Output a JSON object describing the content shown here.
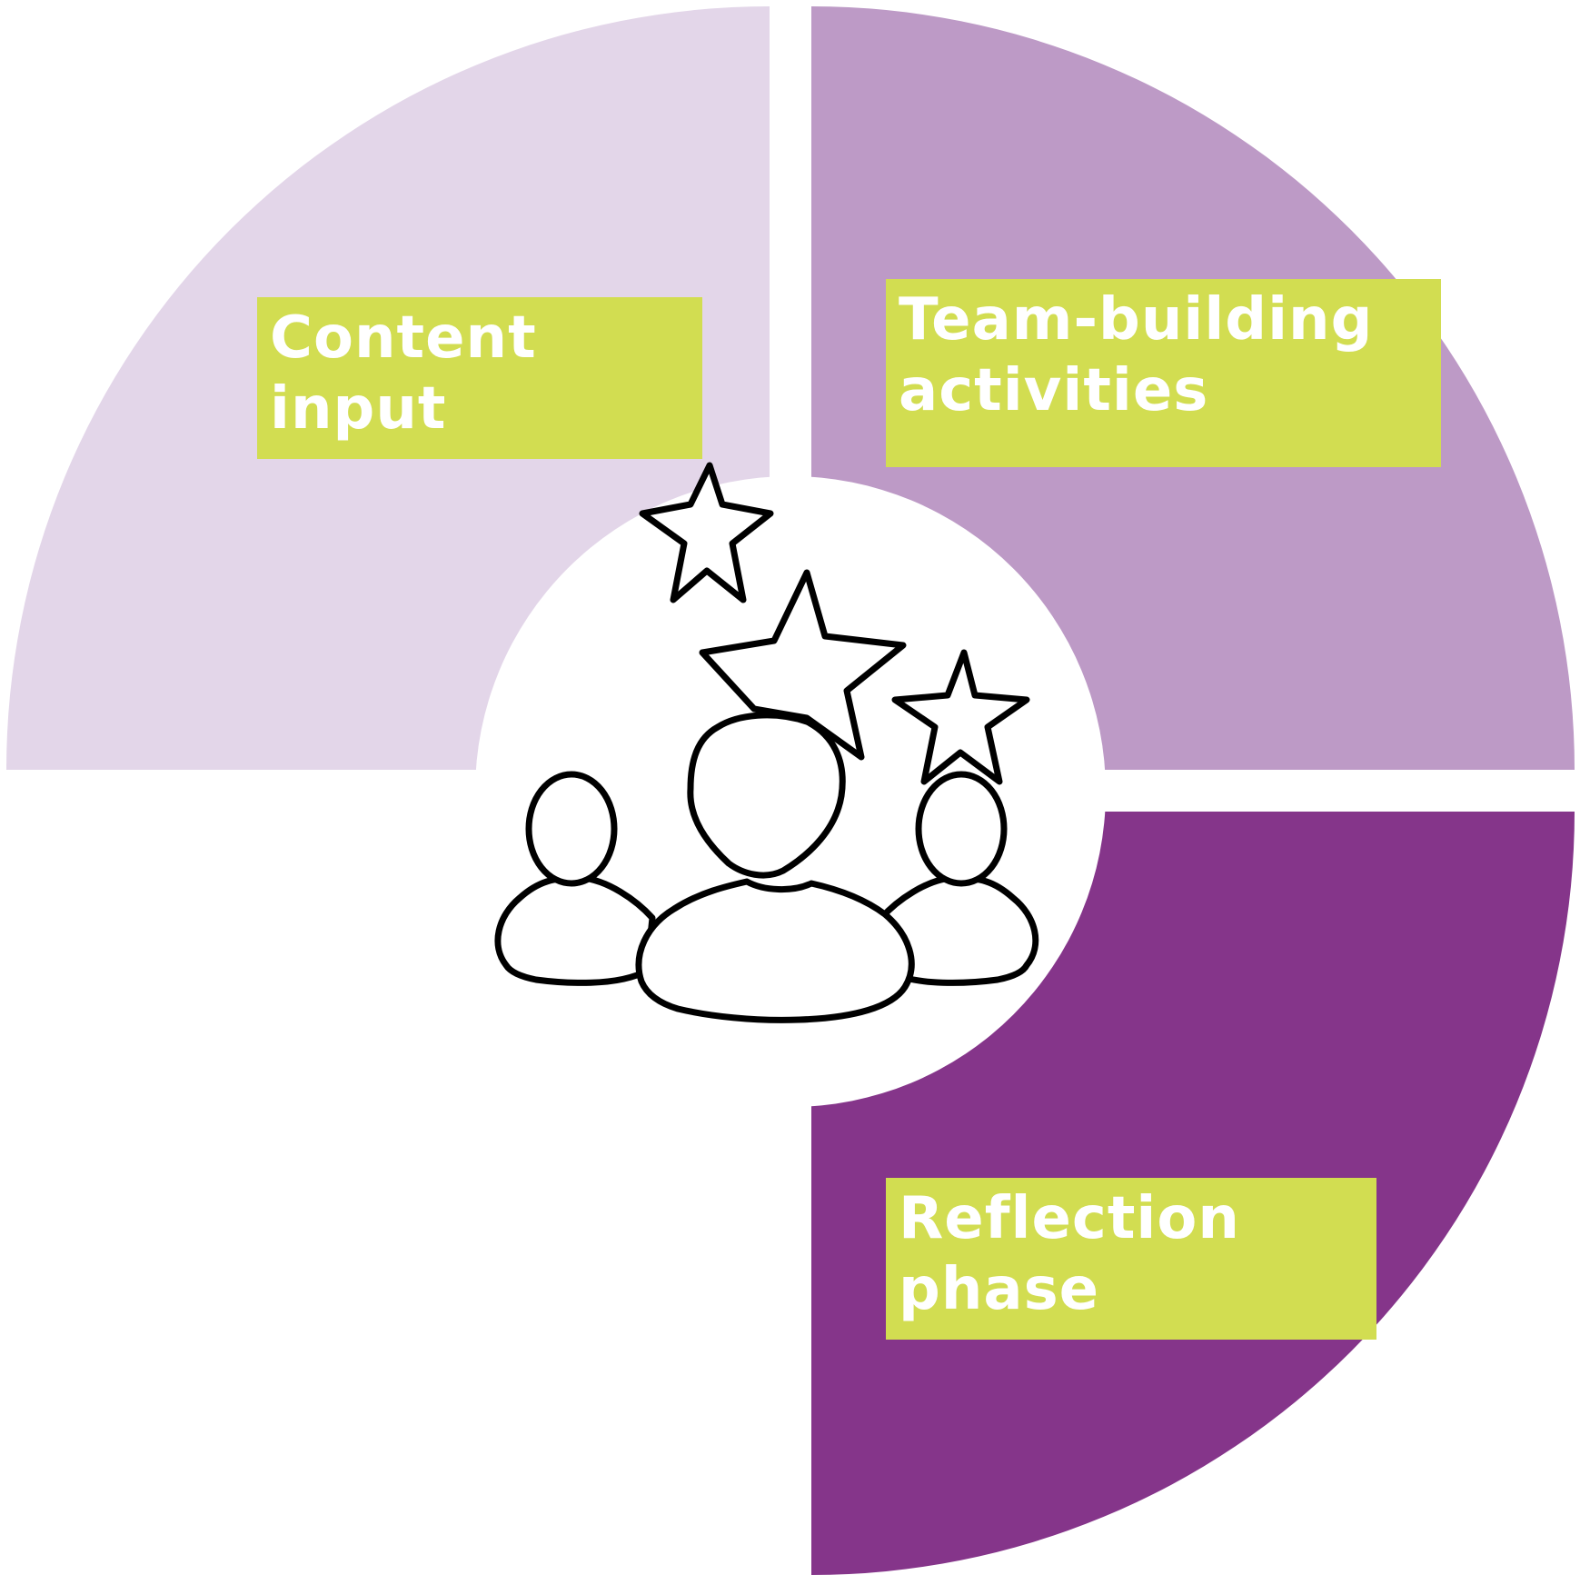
{
  "diagram": {
    "colors": {
      "segment_light": "#E3D6E9",
      "segment_medium": "#BD9AC6",
      "segment_dark": "#85358A",
      "segment_empty": "#FFFFFF",
      "label_background": "#D2DD51",
      "label_text": "#FFFFFF",
      "icon_stroke": "#000000"
    },
    "labels": {
      "content_input": {
        "line1": "Content",
        "line2": "input"
      },
      "team_building": {
        "line1": "Team-building",
        "line2": "activities"
      },
      "reflection": {
        "line1": "Reflection",
        "line2": "phase"
      }
    },
    "center_icon": "team-with-stars-icon"
  }
}
